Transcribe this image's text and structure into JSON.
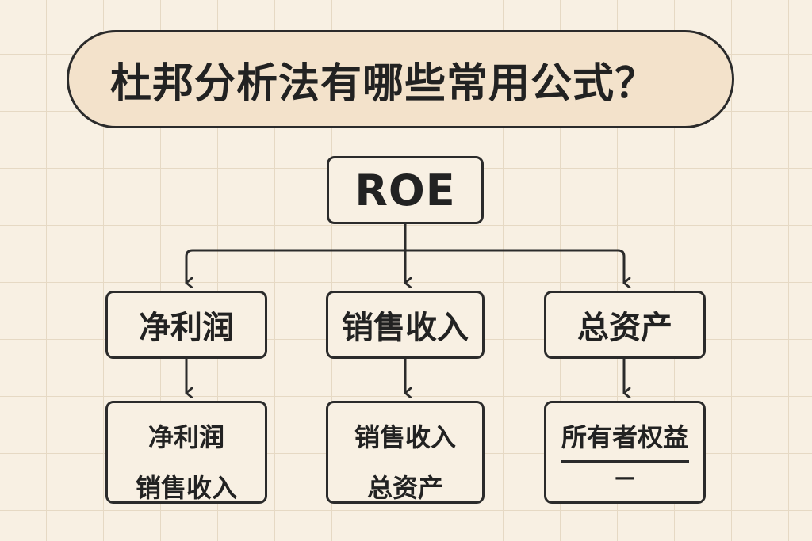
{
  "title": "杜邦分析法有哪些常用公式？",
  "root": {
    "label": "ROE"
  },
  "factors": [
    {
      "label": "净利润"
    },
    {
      "label": "销售收入"
    },
    {
      "label": "总资产"
    }
  ],
  "formulas": [
    {
      "numerator": "净利润",
      "denominator": "销售收入"
    },
    {
      "numerator": "销售收入",
      "denominator": "总资产"
    },
    {
      "numerator": "所有者权益",
      "denominator": "—"
    }
  ]
}
